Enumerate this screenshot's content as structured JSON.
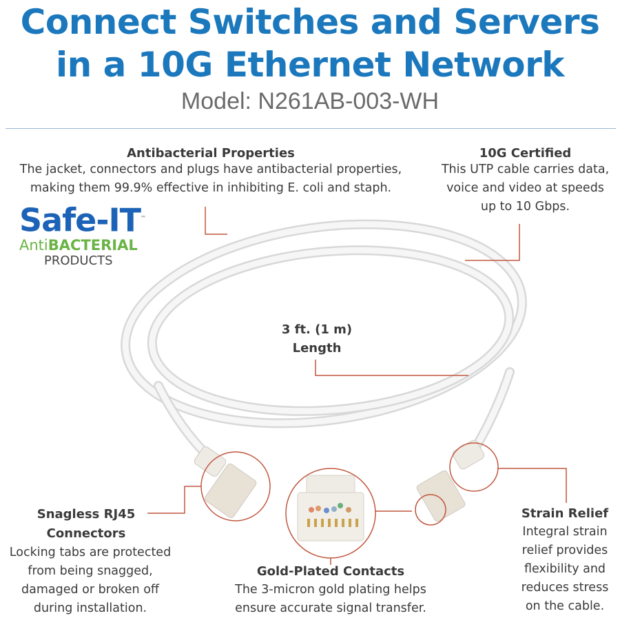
{
  "header": {
    "title_line1": "Connect Switches and Servers",
    "title_line2": "in a 10G Ethernet Network",
    "model": "Model: N261AB-003-WH"
  },
  "logo": {
    "brand": "Safe-IT",
    "tm": "™",
    "line2_light": "Anti",
    "line2_bold": "BACTERIAL",
    "line3": "PRODUCTS"
  },
  "features": {
    "antibacterial": {
      "heading": "Antibacterial Properties",
      "text_line1": "The jacket, connectors and plugs have antibacterial properties,",
      "text_line2": "making them 99.9% effective in inhibiting E. coli and staph."
    },
    "certified": {
      "heading": "10G Certified",
      "text_line1": "This UTP cable carries data,",
      "text_line2": "voice and video at speeds",
      "text_line3": "up to 10 Gbps."
    },
    "length": {
      "line1": "3 ft. (1 m)",
      "line2": "Length"
    },
    "snagless": {
      "heading_line1": "Snagless RJ45",
      "heading_line2": "Connectors",
      "text_line1": "Locking tabs are protected",
      "text_line2": "from being snagged,",
      "text_line3": "damaged or broken off",
      "text_line4": "during installation."
    },
    "gold": {
      "heading": "Gold-Plated Contacts",
      "text_line1": "The 3-micron gold plating helps",
      "text_line2": "ensure accurate signal transfer."
    },
    "strain": {
      "heading": "Strain Relief",
      "text_line1": "Integral strain",
      "text_line2": "relief provides",
      "text_line3": "flexibility and",
      "text_line4": "reduces stress",
      "text_line5": "on the cable."
    }
  },
  "colors": {
    "title_blue": "#1b78bd",
    "callout_line": "#c0573f",
    "logo_blue": "#1c63b7",
    "logo_green": "#6ab344"
  }
}
